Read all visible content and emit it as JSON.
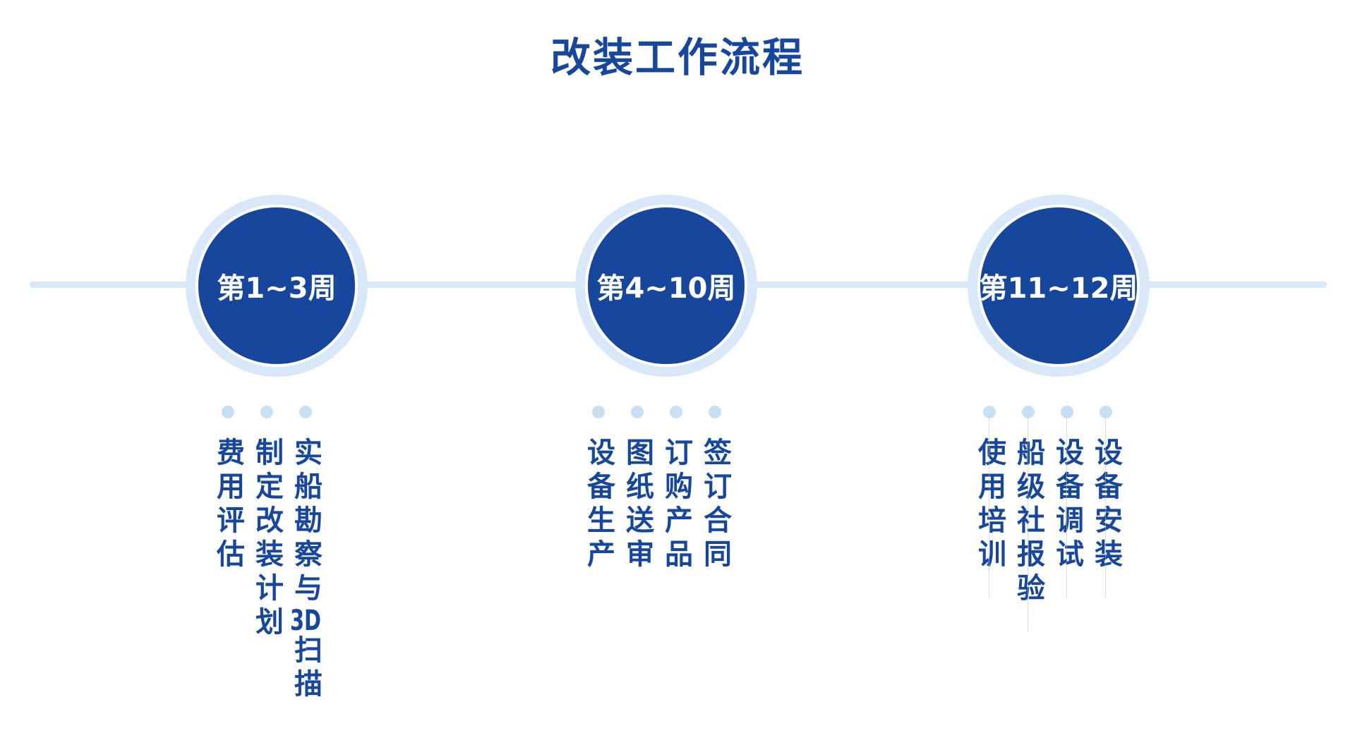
{
  "page": {
    "title": "改装工作流程"
  },
  "colors": {
    "primary_blue": "#17479D",
    "light_blue": "#D9E8F8",
    "dot_blue": "#C9DFF4",
    "node_text": "#FFFFFF",
    "background": "#FFFFFF"
  },
  "timeline": {
    "groups": [
      {
        "week_label": "第1~3周",
        "steps": [
          {
            "label": "实船勘察与3D扫描"
          },
          {
            "label": "制定改装计划"
          },
          {
            "label": "费用评估"
          }
        ]
      },
      {
        "week_label": "第4~10周",
        "steps": [
          {
            "label": "签订合同"
          },
          {
            "label": "订购产品"
          },
          {
            "label": "图纸送审"
          },
          {
            "label": "设备生产"
          }
        ]
      },
      {
        "week_label": "第11~12周",
        "steps": [
          {
            "label": "设备安装"
          },
          {
            "label": "设备调试"
          },
          {
            "label": "船级社报验"
          },
          {
            "label": "使用培训"
          }
        ]
      }
    ]
  }
}
